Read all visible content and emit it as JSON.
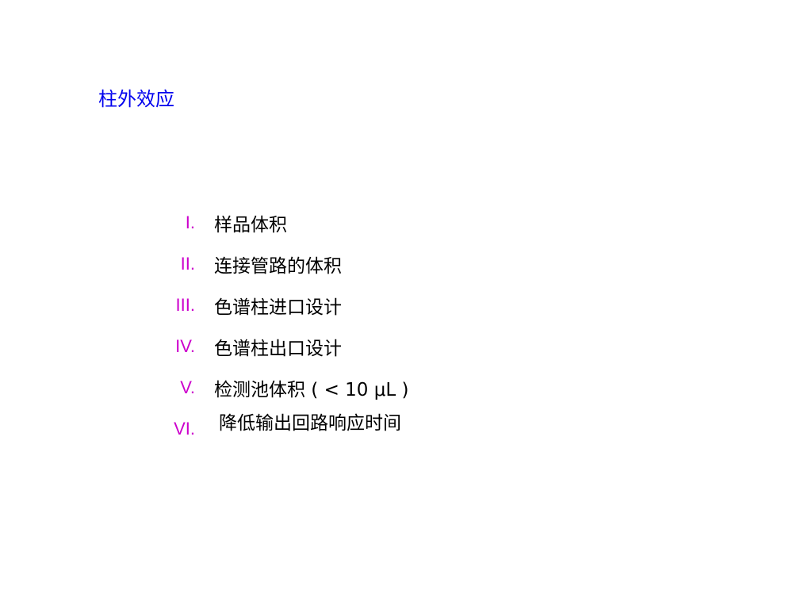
{
  "colors": {
    "title": "#0000ee",
    "marker": "#cc00cc",
    "text": "#000000",
    "background": "#ffffff"
  },
  "slide": {
    "title": "柱外效应",
    "items": [
      {
        "marker": "I.",
        "text": "样品体积"
      },
      {
        "marker": "II.",
        "text": "连接管路的体积"
      },
      {
        "marker": "III.",
        "text": "色谱柱进口设计"
      },
      {
        "marker": "IV.",
        "text": "色谱柱出口设计"
      },
      {
        "marker": "V.",
        "text": "检测池体积 ( < 10 μL )"
      },
      {
        "marker": "VI.",
        "text": "降低输出回路响应时间"
      }
    ]
  }
}
